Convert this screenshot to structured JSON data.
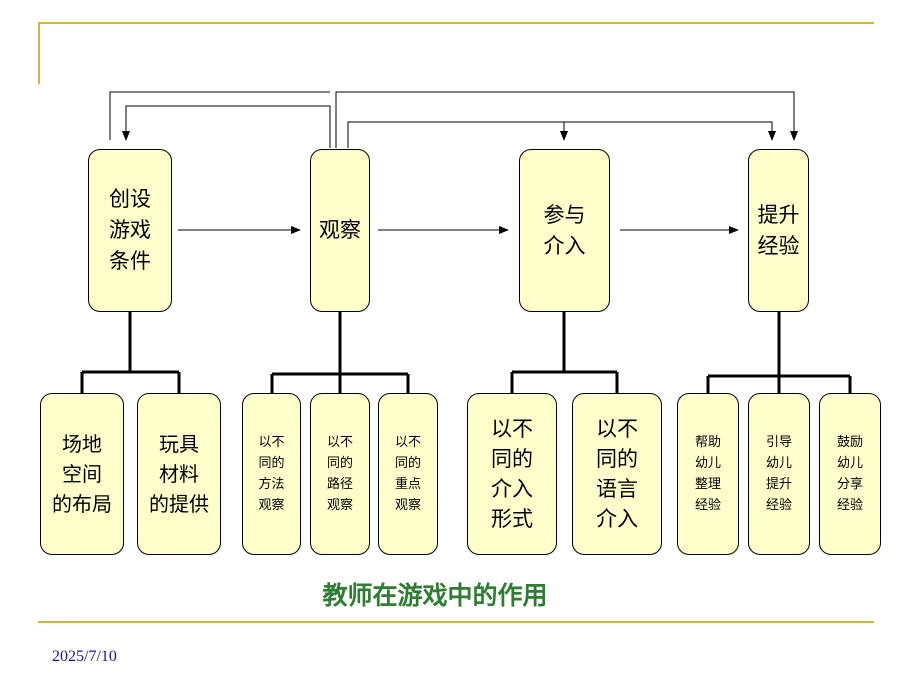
{
  "boxes": {
    "setup": "创设\n游戏\n条件",
    "observe": "观察",
    "participate": "参与\n介入",
    "improve": "提升\n经验",
    "space": "场地\n空间\n的布局",
    "toys": "玩具\n材料\n的提供",
    "obs_method": "以不\n同的\n方法\n观察",
    "obs_path": "以不\n同的\n路径\n观察",
    "obs_focus": "以不\n同的\n重点\n观察",
    "part_form": "以不\n同的\n介入\n形式",
    "part_lang": "以不\n同的\n语言\n介入",
    "imp_sort": "帮助\n幼儿\n整理\n经验",
    "imp_guide": "引导\n幼儿\n提升\n经验",
    "imp_share": "鼓励\n幼儿\n分享\n经验"
  },
  "caption": "教师在游戏中的作用",
  "date": "2025/7/10",
  "colors": {
    "box_fill": "#ffffcc",
    "caption": "#2e7d32",
    "date": "#1a1a8c",
    "decoration": "#d4b24a"
  }
}
